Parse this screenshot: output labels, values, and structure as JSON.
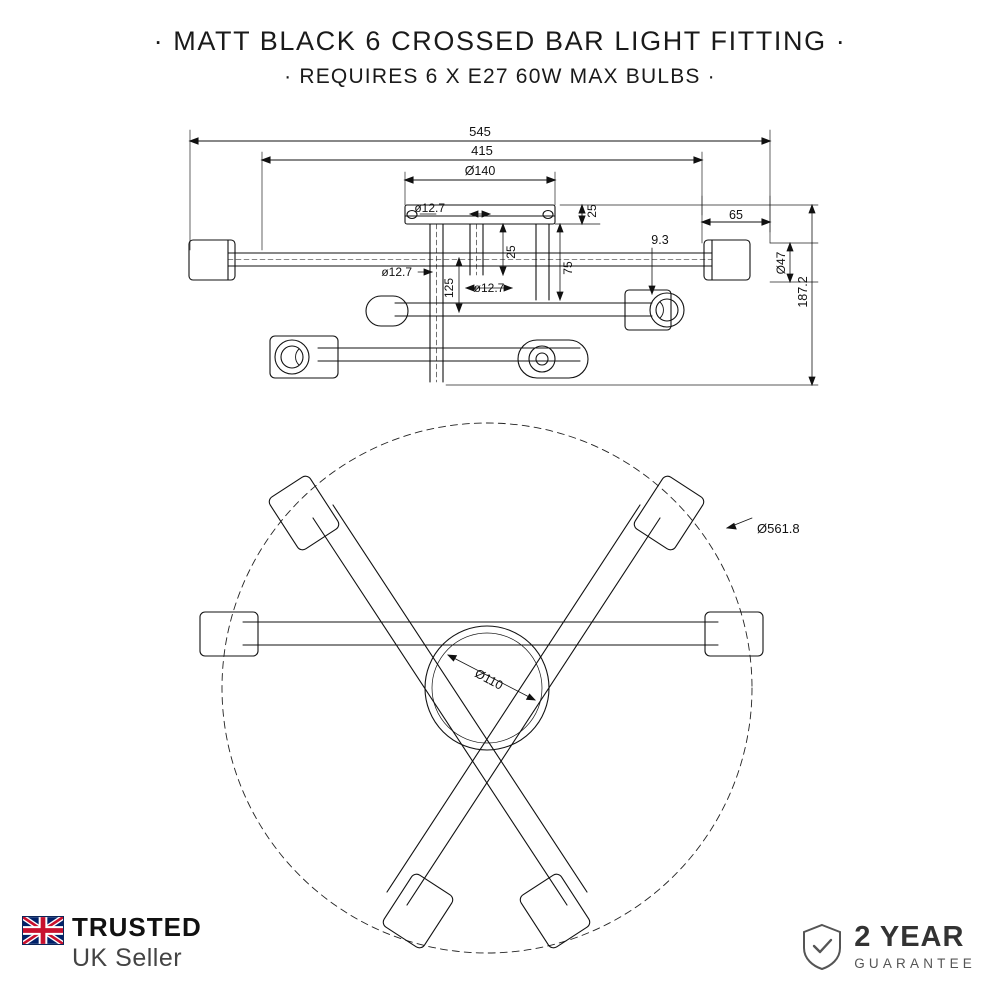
{
  "header": {
    "title": "· MATT BLACK 6 CROSSED BAR LIGHT FITTING ·",
    "subtitle": "· REQUIRES 6 X E27 60W MAX BULBS ·"
  },
  "drawing": {
    "side_view_dimensions": [
      {
        "id": "overall-width",
        "label": "545"
      },
      {
        "id": "arm-span",
        "label": "415"
      },
      {
        "id": "ceiling-plate-dia",
        "label": "Ø140"
      },
      {
        "id": "rod-dia-top",
        "label": "ø12.7"
      },
      {
        "id": "plate-height",
        "label": "25"
      },
      {
        "id": "drop-25",
        "label": "25"
      },
      {
        "id": "drop-75",
        "label": "75"
      },
      {
        "id": "end-cap-length",
        "label": "65"
      },
      {
        "id": "holder-dia",
        "label": "9.3"
      },
      {
        "id": "rod-dia-left",
        "label": "ø12.7"
      },
      {
        "id": "rod-dia-mid",
        "label": "ø12.7"
      },
      {
        "id": "drop-125",
        "label": "125"
      },
      {
        "id": "shade-dia",
        "label": "Ø47"
      },
      {
        "id": "overall-height",
        "label": "187.2"
      }
    ],
    "plan_view_dimensions": [
      {
        "id": "outer-circle-dia",
        "label": "Ø561.8"
      },
      {
        "id": "centre-hub-dia",
        "label": "Ø110"
      }
    ]
  },
  "footer": {
    "trusted": {
      "line1": "TRUSTED",
      "line2": "UK Seller",
      "flag_icon": "uk-flag-icon"
    },
    "guarantee": {
      "years": "2 YEAR",
      "label": "GUARANTEE",
      "shield_icon": "shield-check-icon"
    }
  }
}
